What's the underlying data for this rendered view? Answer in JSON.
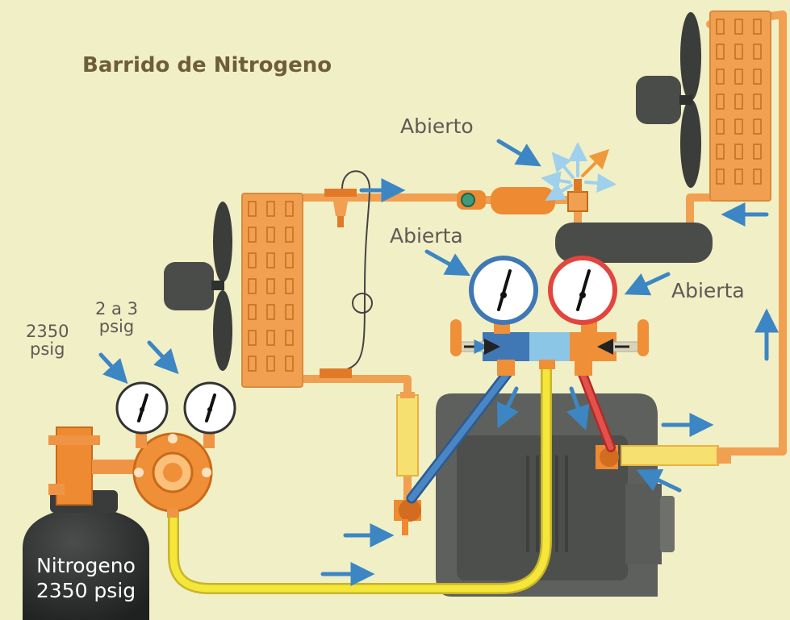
{
  "title": "Barrido de Nitrogeno",
  "labels": {
    "discharge_valve": "Abierto",
    "low_side_valve": "Abierta",
    "high_side_valve": "Abierta",
    "tank_pressure_line1": "2350",
    "tank_pressure_line2": "psig",
    "regulated_pressure_line1": "2 a 3",
    "regulated_pressure_line2": "psig"
  },
  "tank": {
    "line1": "Nitrogeno",
    "line2": "2350 psig"
  },
  "colors": {
    "background": "#f1efc6",
    "copper_line": "#f0a050",
    "charging_hose_yellow": "#f5e63a",
    "low_side_blue": "#3f78b5",
    "high_side_red": "#e2453f",
    "flow_arrow": "#3d86c4",
    "compressor": "#595b58",
    "tank": "#2d2f2f",
    "regulator": "#ef8f38"
  }
}
